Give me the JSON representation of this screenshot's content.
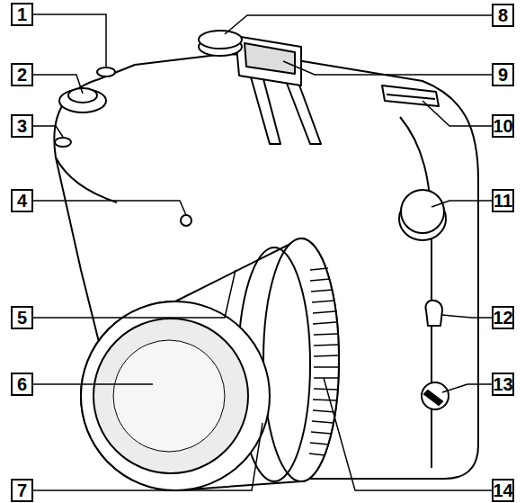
{
  "diagram": {
    "nodes": [
      {
        "text": [
          "1"
        ]
      },
      {
        "text": [
          "2"
        ]
      },
      {
        "text": [
          "3"
        ]
      },
      {
        "text": [
          "4"
        ]
      },
      {
        "text": [
          "5"
        ]
      },
      {
        "text": [
          "6"
        ]
      },
      {
        "text": [
          "7"
        ]
      },
      {
        "text": [
          "8"
        ]
      },
      {
        "text": [
          "9"
        ]
      },
      {
        "text": [
          "10"
        ]
      },
      {
        "text": [
          "11"
        ]
      },
      {
        "text": [
          "12"
        ]
      },
      {
        "text": [
          "13"
        ]
      },
      {
        "text": [
          "14"
        ]
      }
    ]
  }
}
